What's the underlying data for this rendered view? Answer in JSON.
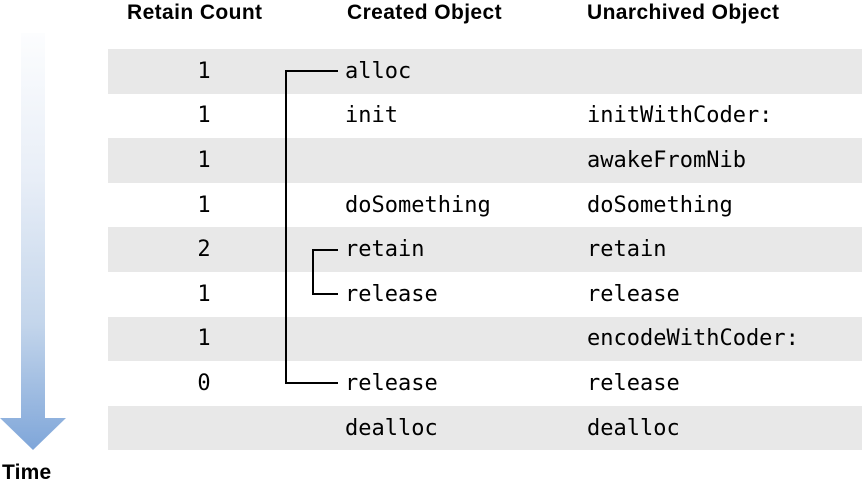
{
  "diagram": {
    "title_semantic": "object lifecycle retain count diagram",
    "headers": {
      "retain_count": "Retain Count",
      "created": "Created Object",
      "unarchived": "Unarchived Object"
    },
    "time_label": "Time",
    "rows": [
      {
        "count": "1",
        "created": "alloc",
        "unarchived": ""
      },
      {
        "count": "1",
        "created": "init",
        "unarchived": "initWithCoder:"
      },
      {
        "count": "1",
        "created": "",
        "unarchived": "awakeFromNib"
      },
      {
        "count": "1",
        "created": "doSomething",
        "unarchived": "doSomething"
      },
      {
        "count": "2",
        "created": "retain",
        "unarchived": "retain"
      },
      {
        "count": "1",
        "created": "release",
        "unarchived": "release"
      },
      {
        "count": "1",
        "created": "",
        "unarchived": "encodeWithCoder:"
      },
      {
        "count": "0",
        "created": "release",
        "unarchived": "release"
      },
      {
        "count": "",
        "created": "dealloc",
        "unarchived": "dealloc"
      }
    ],
    "connectors": [
      {
        "from": "alloc",
        "to": "release (second)",
        "type": "outer-bracket"
      },
      {
        "from": "retain",
        "to": "release (first)",
        "type": "inner-bracket"
      }
    ],
    "colors": {
      "row_stripe": "#e8e8e8",
      "connector_line": "#000000",
      "arrow_gradient_top": "#fcfdfe",
      "arrow_gradient_bottom": "#7fa6d9",
      "text": "#000000",
      "background": "#ffffff"
    }
  }
}
